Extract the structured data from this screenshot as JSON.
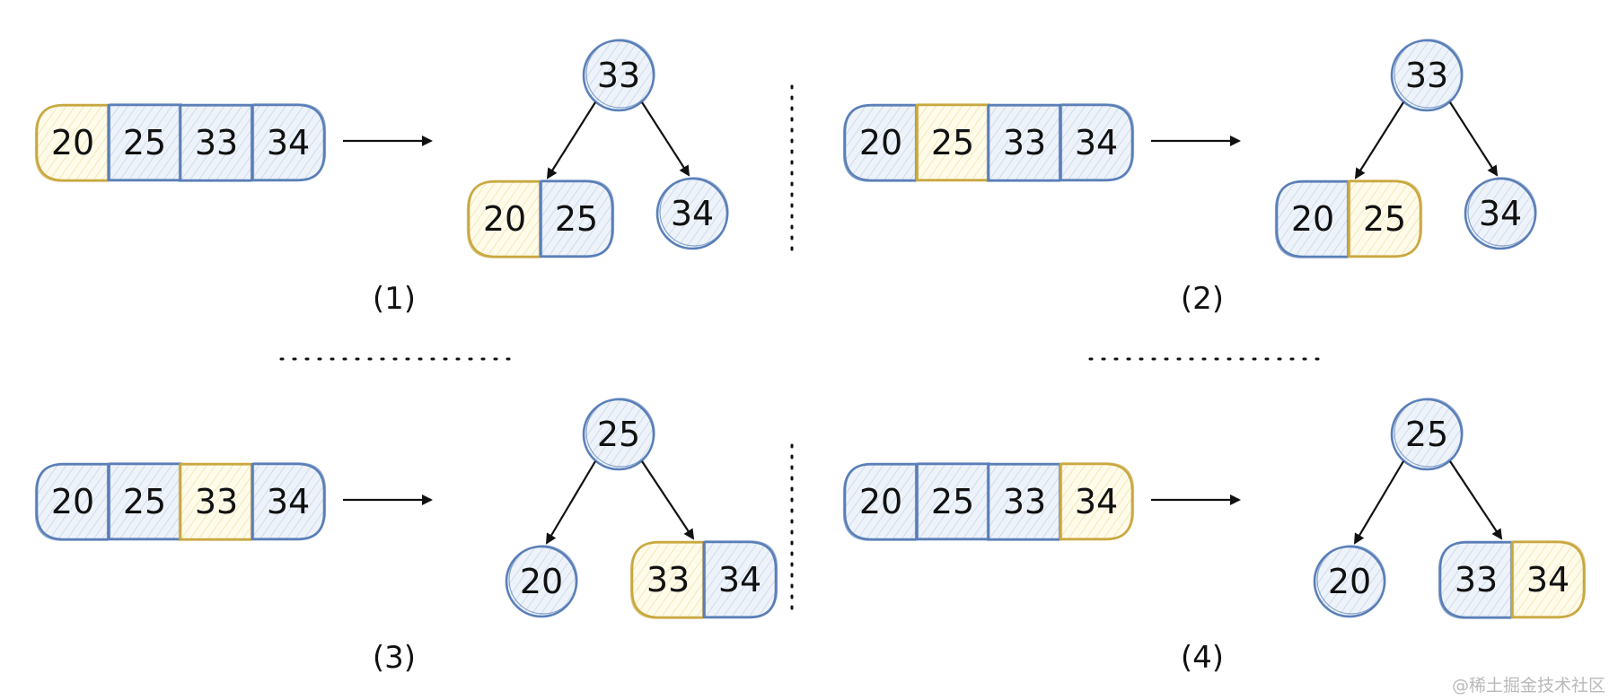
{
  "colors": {
    "blue": "#5a7fb7",
    "blue_fill": "#e9eff8",
    "yellow": "#c9a840",
    "yellow_fill": "#fdf8e2",
    "ink": "#111111"
  },
  "panels": [
    {
      "caption": "(1)",
      "array": [
        "20",
        "25",
        "33",
        "34"
      ],
      "array_highlight": 0,
      "root": "33",
      "left": [
        "20",
        "25"
      ],
      "left_highlight": 0,
      "right": [
        "34"
      ],
      "right_highlight": -1
    },
    {
      "caption": "(2)",
      "array": [
        "20",
        "25",
        "33",
        "34"
      ],
      "array_highlight": 1,
      "root": "33",
      "left": [
        "20",
        "25"
      ],
      "left_highlight": 1,
      "right": [
        "34"
      ],
      "right_highlight": -1
    },
    {
      "caption": "(3)",
      "array": [
        "20",
        "25",
        "33",
        "34"
      ],
      "array_highlight": 2,
      "root": "25",
      "left": [
        "20"
      ],
      "left_highlight": -1,
      "right": [
        "33",
        "34"
      ],
      "right_highlight": 0
    },
    {
      "caption": "(4)",
      "array": [
        "20",
        "25",
        "33",
        "34"
      ],
      "array_highlight": 3,
      "root": "25",
      "left": [
        "20"
      ],
      "left_highlight": -1,
      "right": [
        "33",
        "34"
      ],
      "right_highlight": 1
    }
  ],
  "watermark": "@稀土掘金技术社区"
}
